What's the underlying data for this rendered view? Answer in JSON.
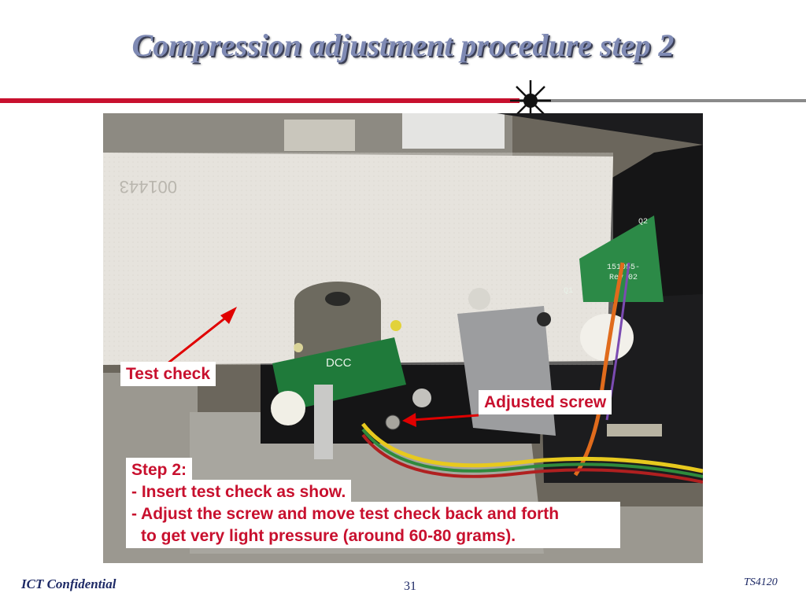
{
  "slide": {
    "title": "Compression adjustment procedure step 2",
    "page_number": "31",
    "footer_left": "ICT Confidential",
    "footer_right": "TS4120"
  },
  "photo": {
    "callouts": {
      "test_check": "Test check",
      "adjusted_screw": "Adjusted screw"
    },
    "instructions": {
      "heading": "Step 2:",
      "line1": "- Insert test check as show.",
      "line2": "- Adjust the screw and move test check back and forth",
      "line3": "to get very light pressure (around 60-80 grams)."
    },
    "board_text": {
      "check_number": "001443",
      "dcc": "DCC",
      "pcb_part": "151055-",
      "pcb_rev": "Rev 02",
      "q1": "Q1",
      "q2": "Q2"
    }
  },
  "colors": {
    "accent_red": "#c8102e",
    "title_blue": "#7f8ab4",
    "footer_navy": "#1e2a66"
  }
}
